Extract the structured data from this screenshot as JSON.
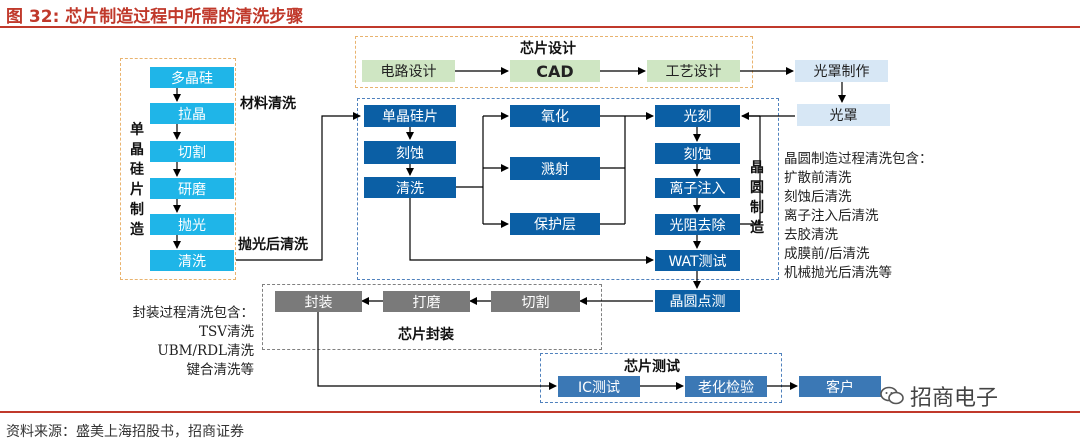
{
  "figure": {
    "title": "图 32:  芯片制造过程中所需的清洗步骤",
    "source": "资料来源：盛美上海招股书，招商证券",
    "watermark": "招商电子"
  },
  "design": {
    "group_label": "芯片设计",
    "nodes": [
      "电路设计",
      "CAD",
      "工艺设计",
      "光罩制作"
    ],
    "mask": "光罩"
  },
  "ingot": {
    "group_label": "单晶硅片制造",
    "nodes": [
      "多晶硅",
      "拉晶",
      "切割",
      "研磨",
      "抛光",
      "清洗"
    ],
    "material_clean": "材料清洗",
    "post_polish_clean": "抛光后清洗"
  },
  "wafer": {
    "group_label": "晶圆制造",
    "left": [
      "单晶硅片",
      "刻蚀",
      "清洗"
    ],
    "middle": [
      "氧化",
      "溅射",
      "保护层"
    ],
    "right": [
      "光刻",
      "刻蚀",
      "离子注入",
      "光阻去除",
      "WAT测试"
    ],
    "probe": "晶圆点测",
    "cleaning_title": "晶圆制造过程清洗包含：",
    "cleaning_items": [
      "扩散前清洗",
      "刻蚀后清洗",
      "离子注入后清洗",
      "去胶清洗",
      "成膜前/后清洗",
      "机械抛光后清洗等"
    ]
  },
  "packaging": {
    "group_label": "芯片封装",
    "nodes": [
      "封装",
      "打磨",
      "切割"
    ],
    "cleaning_title": "封装过程清洗包含：",
    "cleaning_items": [
      "TSV清洗",
      "UBM/RDL清洗",
      "键合清洗等"
    ]
  },
  "testing": {
    "group_label": "芯片测试",
    "nodes": [
      "IC测试",
      "老化检验",
      "客户"
    ]
  },
  "colors": {
    "title_red": "#c0392b",
    "cyan": "#1fb5e8",
    "navy": "#0b5fa5",
    "green": "#cfe6c3",
    "light_blue": "#d7e7f5",
    "grey": "#7a7a7a"
  }
}
